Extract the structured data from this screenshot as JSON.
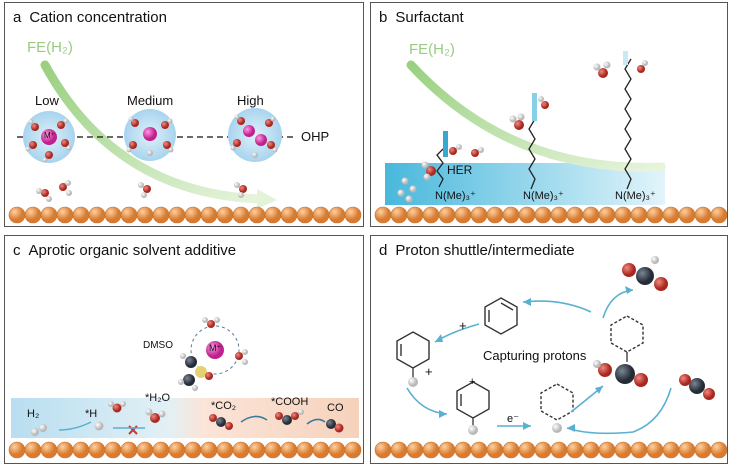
{
  "panels": {
    "a": {
      "letter": "a",
      "title": "Cation concentration",
      "fe_label": "FE(H₂)",
      "levels": [
        "Low",
        "Medium",
        "High"
      ],
      "ohp": "OHP",
      "cation": "M⁺"
    },
    "b": {
      "letter": "b",
      "title": "Surfactant",
      "fe_label": "FE(H₂)",
      "her": "HER",
      "amine": "N(Me)₃⁺"
    },
    "c": {
      "letter": "c",
      "title": "Aprotic organic solvent additive",
      "dmso": "DMSO",
      "cation": "M⁺",
      "h2": "H₂",
      "h_star": "*H",
      "h2o_star": "*H₂O",
      "co2_star": "*CO₂",
      "cooh_star": "*COOH",
      "co": "CO"
    },
    "d": {
      "letter": "d",
      "title": "Proton shuttle/intermediate",
      "capturing": "Capturing protons",
      "plus": "+",
      "electron": "e⁻"
    }
  },
  "colors": {
    "electrode": "#f0a050",
    "electrode_edge": "#c8702a",
    "oxygen": "#c83a30",
    "hydrogen": "#e6e6e6",
    "cation": "#e040b0",
    "shell": "#bfe0f2",
    "carbon": "#3a4350",
    "arrow": "#5ab0d0",
    "fe_arrow": "#a8d890"
  }
}
